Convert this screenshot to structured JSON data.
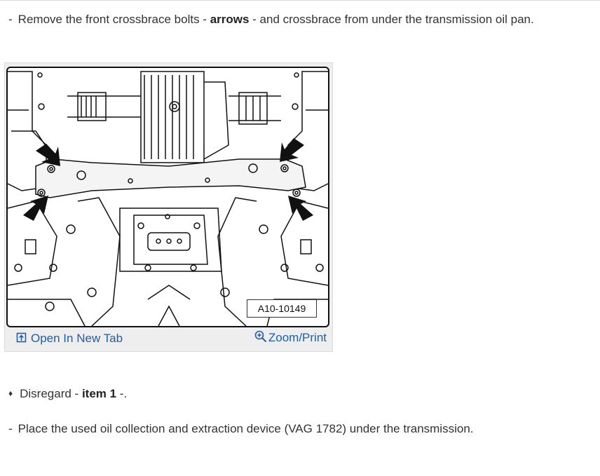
{
  "steps": {
    "step1": {
      "dash": "-",
      "before": "Remove the front crossbrace bolts - ",
      "bold": "arrows",
      "after": " - and crossbrace from under the transmission oil pan."
    },
    "bullet": {
      "marker": "♦",
      "before": "Disregard - ",
      "bold": "item 1",
      "after": " -."
    },
    "step3": {
      "dash": "-",
      "text": "Place the used oil collection and extraction device (VAG 1782) under the transmission."
    }
  },
  "figure": {
    "label": "A10-10149",
    "open_label": "Open In New Tab",
    "zoom_label": "Zoom/Print",
    "open_icon": "open-in-new-tab-icon",
    "zoom_icon": "magnifier-plus-icon",
    "link_color": "#1f5fa8"
  }
}
